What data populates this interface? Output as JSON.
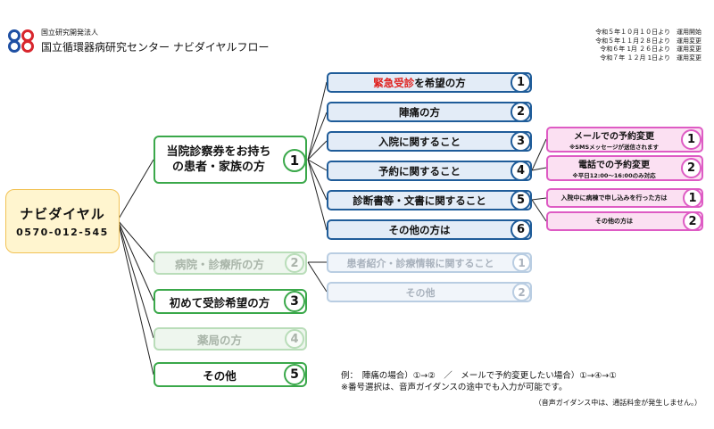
{
  "header": {
    "org_sub": "国立研究開発法人",
    "org_title": "国立循環器病研究センター ナビダイヤルフロー",
    "notes": [
      "令和５年１０月１０日より　運用開始",
      "令和５年１１月２８日より　運用変更",
      "令和６年 1月 ２６日より　運用変更",
      "令和７年 １２月 1日より　運用変更"
    ]
  },
  "root": {
    "title": "ナビダイヤル",
    "phone": "0570-012-545"
  },
  "level1": [
    {
      "label_lines": [
        "当院診察券をお持ち",
        "の患者・家族の方"
      ],
      "num": "1",
      "active": true
    },
    {
      "label": "病院・診療所の方",
      "num": "2",
      "active": false
    },
    {
      "label": "初めて受診希望の方",
      "num": "3",
      "active": true
    },
    {
      "label": "薬局の方",
      "num": "4",
      "active": false
    },
    {
      "label": "その他",
      "num": "5",
      "active": true
    }
  ],
  "level2_patient": [
    {
      "label_red": "緊急受診",
      "label": "を希望の方",
      "num": "1"
    },
    {
      "label": "陣痛の方",
      "num": "2"
    },
    {
      "label": "入院に関すること",
      "num": "3"
    },
    {
      "label": "予約に関すること",
      "num": "4"
    },
    {
      "label": "診断書等・文書に関すること",
      "num": "5"
    },
    {
      "label": "その他の方は",
      "num": "6"
    }
  ],
  "level2_clinic": [
    {
      "label": "患者紹介・診療情報に関すること",
      "num": "1"
    },
    {
      "label": "その他",
      "num": "2"
    }
  ],
  "level3_reservation": [
    {
      "label": "メールでの予約変更",
      "sub": "※SMSメッセージが送信されます",
      "num": "1"
    },
    {
      "label": "電話での予約変更",
      "sub": "※平日12:00～16:00のみ対応",
      "num": "2"
    }
  ],
  "level3_documents": [
    {
      "label": "入院中に病棟で申し込みを行った方は",
      "num": "1"
    },
    {
      "label": "その他の方は",
      "num": "2"
    }
  ],
  "example": {
    "line1": "例：　陣痛の場合）①→②　／　メールで予約変更したい場合）①→④→①",
    "line2": "※番号選択は、音声ガイダンスの途中でも入力が可能です。"
  },
  "footer": "（音声ガイダンス中は、通話料金が発生しません。）",
  "colors": {
    "green": "#3aa84a",
    "blue": "#1f5c99",
    "pink": "#de5bc4",
    "root_fill": "#fff5cf",
    "red": "#e0211f"
  }
}
